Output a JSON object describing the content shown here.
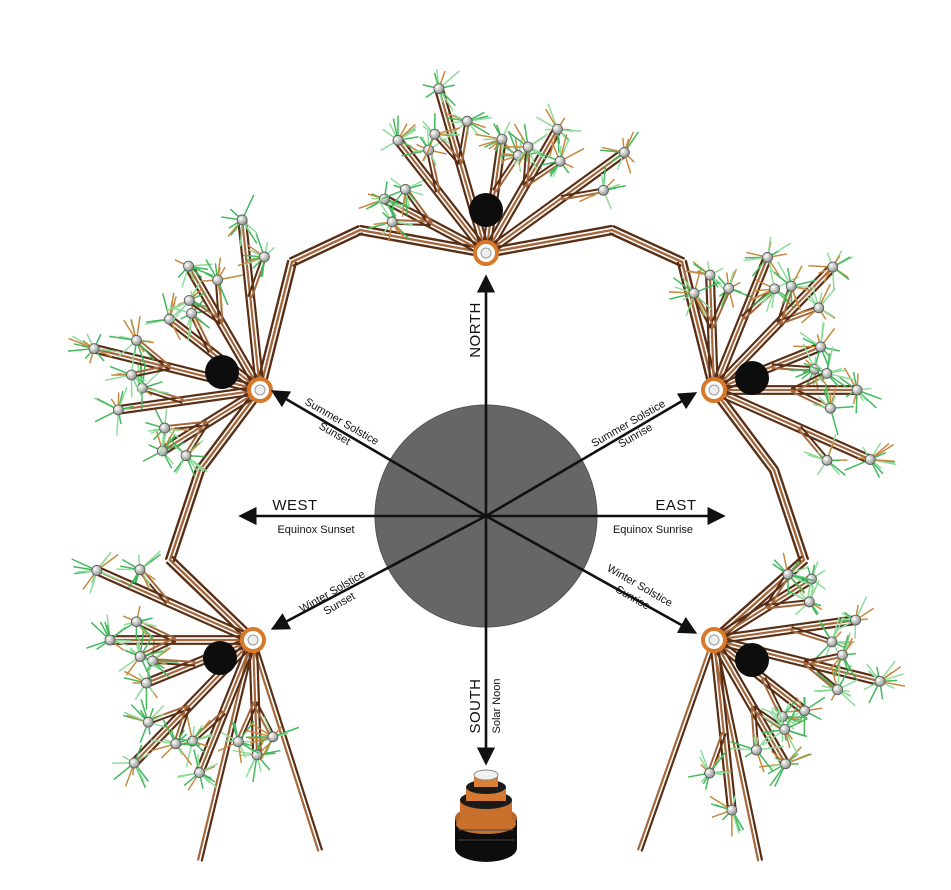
{
  "title": "Inform",
  "colors": {
    "branch": "#5a2e14",
    "branch_highlight": "#a5683c",
    "needle_green": "#43b85e",
    "needle_light": "#8fdc9a",
    "needle_orange": "#c7893e",
    "orb": "#c9ccc9",
    "hub_ring": "#d8782a",
    "dark_disc": "#0d0d0d",
    "center_disc": "#666666",
    "arrow": "#111111"
  },
  "directions": {
    "north": {
      "label": "NORTH"
    },
    "south": {
      "label": "SOUTH",
      "sub": "Solar Noon"
    },
    "west": {
      "label": "WEST",
      "sub": "Equinox Sunset"
    },
    "east": {
      "label": "EAST",
      "sub": "Equinox Sunrise"
    },
    "summer_sunset": {
      "line1": "Summer Solstice",
      "line2": "Sunset"
    },
    "summer_sunrise": {
      "line1": "Summer Solstice",
      "line2": "Sunrise"
    },
    "winter_sunset": {
      "line1": "Winter Solstice",
      "line2": "Sunset"
    },
    "winter_sunrise": {
      "line1": "Winter Solstice",
      "line2": "Sunrise"
    }
  },
  "icons": {
    "trees": "branching-tree-icon",
    "hub": "hub-ring-icon",
    "totem": "stacked-rings-icon"
  }
}
